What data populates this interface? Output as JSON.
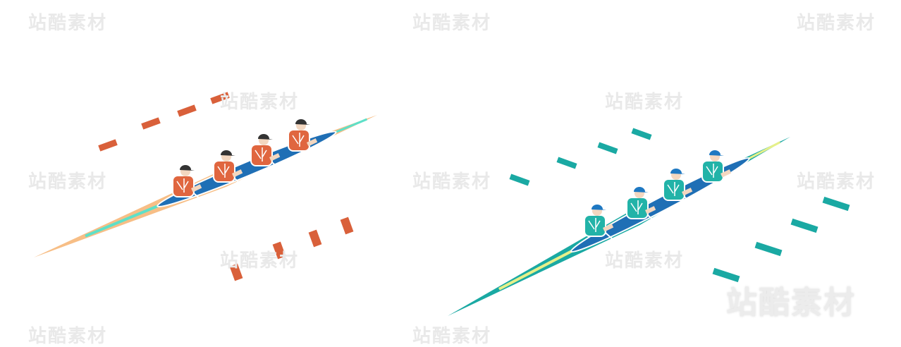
{
  "watermark": {
    "text": "站酷素材"
  },
  "colors": {
    "orange_hull": "#F7BE86",
    "orange_blade": "#D9603A",
    "orange_shirt": "#E0663F",
    "teal_hull": "#1AA9A3",
    "teal_shirt": "#22B3A8",
    "cockpit_blue": "#1F6FB5",
    "cap_dark": "#333333",
    "cap_blue": "#1E78C2",
    "accent_light": "#5EE0C8",
    "accent_yellow": "#E6F08A"
  },
  "boats": [
    {
      "name": "orange-boat",
      "rowers": 4
    },
    {
      "name": "teal-boat",
      "rowers": 4
    }
  ]
}
